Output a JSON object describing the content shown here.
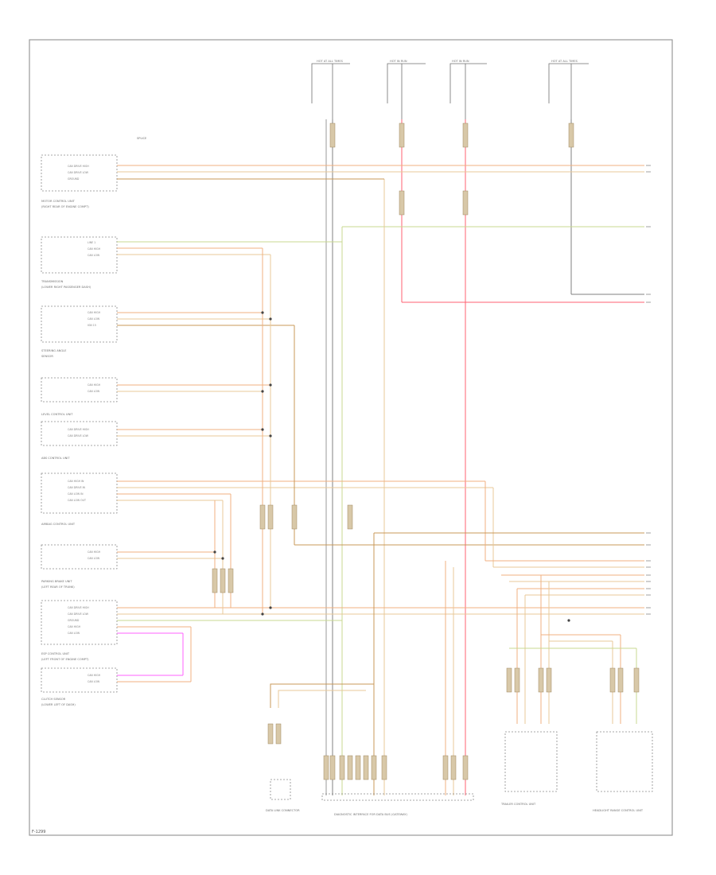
{
  "page_id": "F-1299",
  "colors": {
    "wire_orange": "#f0b080",
    "wire_tan": "#e8c898",
    "wire_brown": "#c89858",
    "wire_red": "#ff6070",
    "wire_pink": "#ff60ff",
    "wire_green": "#c8d890",
    "wire_gray": "#808080",
    "frame": "#9a9a9a"
  },
  "modules": [
    {
      "label": "MOTOR CONTROL UNIT",
      "sub": "(RIGHT REAR OF ENGINE COMPT)",
      "pins": [
        "CAN DRIVE HIGH",
        "CAN DRIVE LOW",
        "GROUND"
      ]
    },
    {
      "label": "TRANSMISSION",
      "sub": "(LOWER RIGHT PASSENGER DASH)",
      "pins": [
        "LINE 1",
        "CAN HIGH",
        "CAN LOW"
      ]
    },
    {
      "label": "STEERING ANGLE",
      "sub": "SENSOR",
      "pins": [
        "CAN HIGH",
        "CAN LOW",
        "IGN 15"
      ]
    },
    {
      "label": "LEVEL CONTROL UNIT",
      "sub": "",
      "pins": [
        "CAN HIGH",
        "CAN LOW"
      ]
    },
    {
      "label": "ABS CONTROL UNIT",
      "sub": "",
      "pins": [
        "CAN DRIVE HIGH",
        "CAN DRIVE LOW"
      ]
    },
    {
      "label": "AIRBAG CONTROL UNIT",
      "sub": "",
      "pins": [
        "CAN HIGH IN",
        "CAN DRIVE IN",
        "CAN LOW IN",
        "CAN LOW OUT"
      ]
    },
    {
      "label": "PARKING BRAKE UNIT",
      "sub": "(LEFT REAR OF TRUNK)",
      "pins": [
        "CAN HIGH",
        "CAN LOW"
      ]
    },
    {
      "label": "ESP CONTROL UNIT",
      "sub": "(LEFT FRONT OF ENGINE COMPT)",
      "pins": [
        "CAN DRIVE HIGH",
        "CAN DRIVE LOW",
        "GROUND",
        "CAN HIGH",
        "CAN LOW"
      ]
    },
    {
      "label": "CLUTCH SENSOR",
      "sub": "(LOWER LEFT OF DASH)",
      "pins": [
        "CAN HIGH",
        "CAN LOW"
      ]
    }
  ],
  "bottom_labels": {
    "dlc": "DATA LINK CONNECTOR",
    "gateway": "DIAGNOSTIC INTERFACE FOR DATA BUS (GATEWAY)",
    "trailer": "TRAILER CONTROL UNIT",
    "headlight": "HEADLIGHT RANGE CONTROL UNIT"
  },
  "fuse_labels": [
    "HOT AT ALL TIMES",
    "HOT IN RUN",
    "HOT IN RUN",
    "HOT AT ALL TIMES"
  ],
  "header_label": "SPLICE"
}
